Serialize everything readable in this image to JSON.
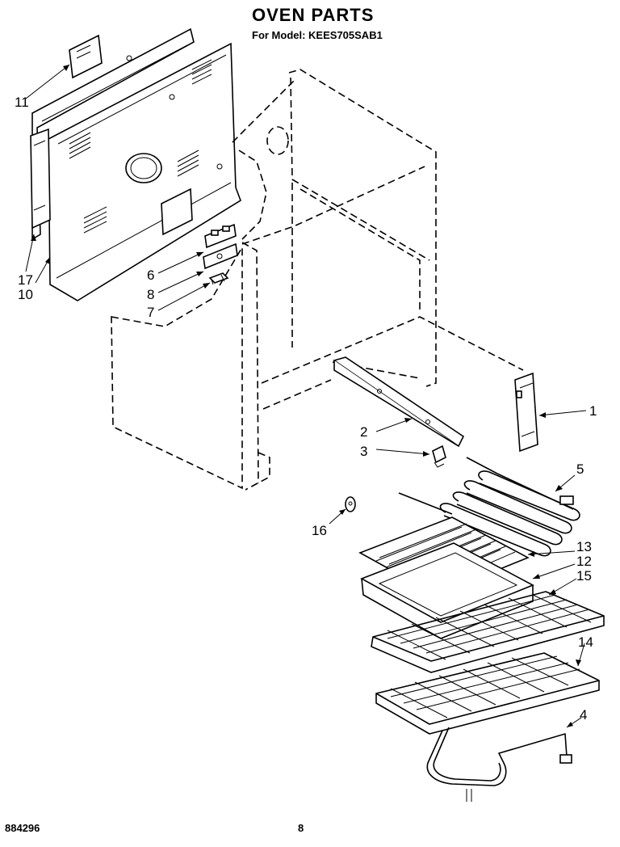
{
  "header": {
    "title": "OVEN PARTS",
    "model_line": "For Model: KEES705SAB1"
  },
  "callouts": [
    "11",
    "17",
    "10",
    "6",
    "8",
    "7",
    "2",
    "3",
    "1",
    "5",
    "16",
    "13",
    "12",
    "15",
    "14",
    "4"
  ],
  "footer": {
    "code": "884296",
    "page_number": "8"
  }
}
